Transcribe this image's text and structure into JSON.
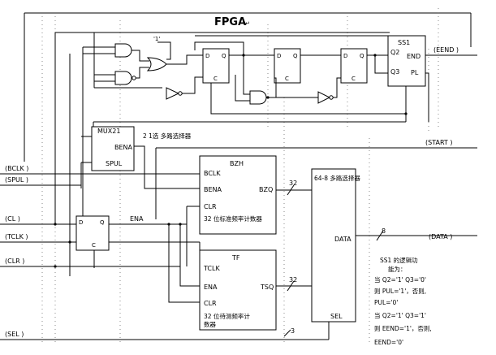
{
  "title": "FPGA",
  "title_mark": "↵",
  "logic": {
    "const_one": "'1'",
    "ff_q": "Q",
    "ff_d": "D",
    "ff_c": "C"
  },
  "ss1": {
    "name": "SS1",
    "pins": [
      "Q2",
      "END",
      "Q3",
      "PL"
    ]
  },
  "mux21": {
    "name": "MUX21",
    "caption": "2 1选  多路选择器",
    "pins": [
      "BENA",
      "SPUL"
    ]
  },
  "bzh": {
    "name": "BZH",
    "in_pins": [
      "BCLK",
      "BENA",
      "CLR"
    ],
    "out_pin": "BZQ",
    "caption": "32 位标准频率计数器"
  },
  "tf": {
    "name": "TF",
    "in_pins": [
      "TCLK",
      "ENA",
      "CLR"
    ],
    "out_pin": "TSQ",
    "caption_l1": "32 位待测频率计",
    "caption_l2": "数器"
  },
  "mux648": {
    "caption": "64-8  多路选择器",
    "out_pin": "DATA",
    "sel_pin": "SEL"
  },
  "ena_label": "ENA",
  "bus_widths": {
    "bzq": "32",
    "tsq": "32",
    "sel": "3",
    "data": "8"
  },
  "ports_left": [
    "(BCLK )",
    "(SPUL )",
    "(CL )",
    "(TCLK )",
    "(CLR )",
    "(SEL )"
  ],
  "ports_right": [
    "(EEND )",
    "(START )",
    "(DATA )"
  ],
  "ss1_function": [
    "SS1 的逻辑功",
    "能为：",
    "当 Q2='1' Q3='0'",
    "则 PUL='1'，否则,",
    "PUL='0'",
    "当 Q2='1' Q3='1'",
    "则 EEND='1'，否则,",
    "EEND='0'"
  ]
}
